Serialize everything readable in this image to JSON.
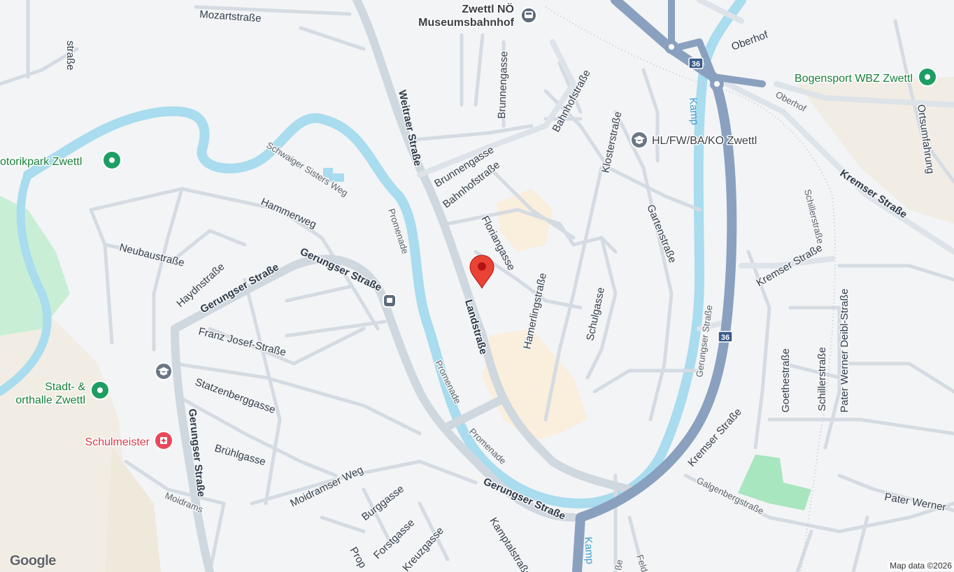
{
  "map": {
    "attribution": "Map data ©2026",
    "logo": "Google",
    "marker": {
      "icon": "location-pin-icon",
      "color": "#ea4335"
    },
    "colors": {
      "water": "#a8dcee",
      "highway": "#8aa0bf",
      "road": "#d5dbe2",
      "park": "#a8e6bf",
      "land": "#f5f5f5",
      "built": "#faeedc"
    },
    "streets": {
      "mozartstrasse": "Mozartstraße",
      "strasse_top": "straße",
      "weitraer": "Weitraer Straße",
      "brunnengasse1": "Brunnengasse",
      "brunnengasse2": "Brunnengasse",
      "bahnhofstrasse1": "Bahnhofstraße",
      "bahnhofstrasse2": "Bahnhofstraße",
      "klosterstrasse": "Klosterstraße",
      "oberhof1": "Oberhof",
      "oberhof2": "Oberhof",
      "kremser1": "Kremser Straße",
      "kremser2": "Kremser Straße",
      "kremser3": "Kremser Straße",
      "ortsumfahrung": "Ortsumfahrung",
      "gartenstrasse": "Gartenstraße",
      "schillerstrasse1": "Schillerstraße",
      "schillerstrasse2": "Schillerstraße",
      "schwaiger": "Schwaiger Sisters Weg",
      "hammerweg": "Hammerweg",
      "promenade1": "Promenade",
      "promenade2": "Promenade",
      "promenade3": "Promenade",
      "floriangasse": "Floriangasse",
      "neubaustrasse": "Neubaustraße",
      "haydnstrasse": "Haydnstraße",
      "gerungser1": "Gerungser Straße",
      "gerungser2": "Gerungser Straße",
      "gerungser3": "Gerungser Straße",
      "gerungser4": "Gerungser Straße",
      "gerungser5": "Gerungser Straße",
      "landstrasse": "Landstraße",
      "hamerlingstrasse": "Hamerlingstraße",
      "schulgasse": "Schulgasse",
      "pater_deibl": "Pater Werner Deibl-Straße",
      "goethestrasse": "Goethestraße",
      "franz_josef": "Franz Josef-Straße",
      "statzenberggasse": "Statzenberggasse",
      "bruhlgasse": "Brühlgasse",
      "moidramser_weg": "Moidramser Weg",
      "moidrams": "Moidrams",
      "burggasse": "Burggasse",
      "forstgasse": "Forstgasse",
      "kreuzgasse": "Kreuzgasse",
      "prop": "Prop",
      "kamptalstrasse": "Kamptalstraße",
      "galgenbergstrasse": "Galgenbergstraße",
      "pater_werner": "Pater Werner",
      "feld": "Feld",
      "se": "ße",
      "kamp1": "Kamp",
      "kamp2": "Kamp"
    },
    "route_shield": "36",
    "pois": {
      "museumsbahnhof_line1": "Zwettl NÖ",
      "museumsbahnhof_line2": "Museumsbahnhof",
      "bogensport": "Bogensport WBZ Zwettl",
      "hlfw": "HL/FW/BA/KO Zwettl",
      "motorikpark": "otorikpark Zwettl",
      "stadthalle_line1": "Stadt- &",
      "stadthalle_line2": "orthalle Zwettl",
      "schulmeister": "Schulmeister"
    }
  }
}
